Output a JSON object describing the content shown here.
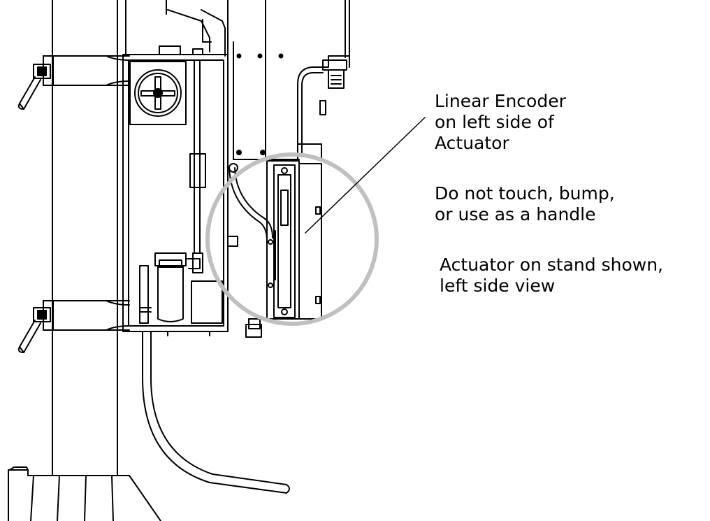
{
  "callouts": {
    "encoder": {
      "lines": [
        "Linear Encoder",
        "on left side of",
        "Actuator"
      ]
    },
    "warning": {
      "lines": [
        "Do not touch, bump,",
        "or use as a handle"
      ]
    },
    "view": {
      "lines": [
        "Actuator on stand shown,",
        "left side view"
      ]
    }
  },
  "highlight": {
    "shape": "circle",
    "color": "#c0c0c0"
  },
  "line_color": "#000000"
}
